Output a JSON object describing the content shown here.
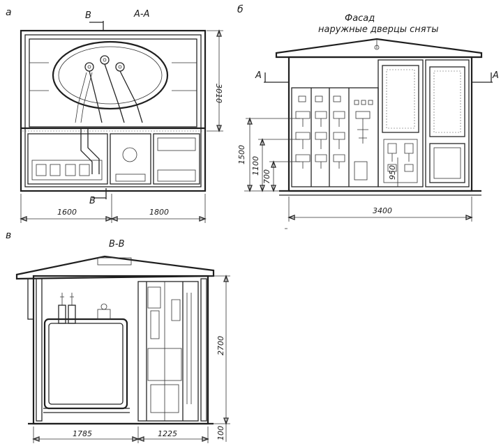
{
  "panels": {
    "a": {
      "letter": "а",
      "section_label": "А-А",
      "cut_mark": "В"
    },
    "b": {
      "letter": "б",
      "title": "Фасад",
      "subtitle": "наружные дверцы сняты",
      "cut_mark": "А"
    },
    "v": {
      "letter": "в",
      "section_label": "В-В"
    }
  },
  "dimensions": {
    "a_width_left": "1600",
    "a_width_right": "1800",
    "a_height": "3010",
    "b_h1500": "1500",
    "b_h1100": "1100",
    "b_h700": "700",
    "b_width": "3400",
    "b_950": "950",
    "v_width_left": "1785",
    "v_width_right": "1225",
    "v_height": "2700",
    "v_base": "100"
  }
}
